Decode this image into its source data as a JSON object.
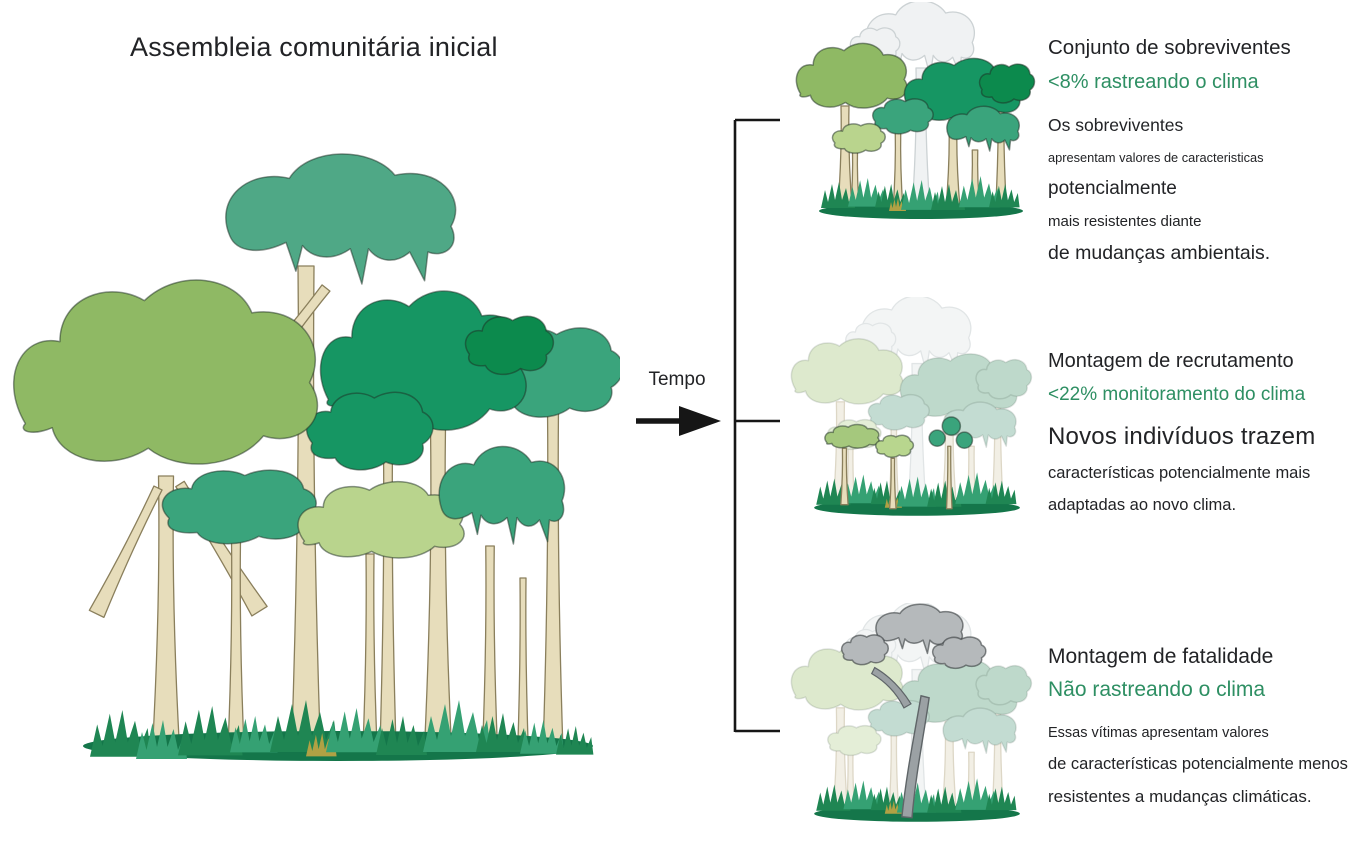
{
  "title": "Assembleia comunitária inicial",
  "time_arrow": {
    "label": "Tempo"
  },
  "panels": [
    {
      "illustration": "survivor-forest-with-ghost-tree",
      "heading": "Conjunto de sobreviventes",
      "subheading": "<8% rastreando o clima",
      "lines": [
        "Os sobreviventes",
        "apresentam valores de caracteristicas",
        "potencialmente",
        "mais resistentes diante",
        "de mudanças ambientais."
      ]
    },
    {
      "illustration": "faded-forest-with-new-saplings",
      "heading": "Montagem de recrutamento",
      "subheading": "<22% monitoramento do clima",
      "lines": [
        "Novos indivíduos trazem",
        "características potencialmente mais",
        "adaptadas ao novo clima."
      ]
    },
    {
      "illustration": "faded-forest-with-dead-gray-tree",
      "heading": "Montagem de fatalidade",
      "subheading": "Não rastreando o clima",
      "lines": [
        "Essas vítimas apresentam valores",
        "de características potencialmente menos",
        "resistentes a mudanças climáticas."
      ]
    }
  ],
  "palette": {
    "ink": "#222326",
    "green": "#2e8f63",
    "t1": "#8fb964",
    "t2": "#3aa47c",
    "t2l": "#4fa886",
    "t3": "#169663",
    "t3d": "#0c8a4d",
    "t4": "#b9d48d",
    "trunk": "#e7ddbb",
    "trunkLine": "#8a7f5c",
    "ghost": "#f0f2f3",
    "ghostLine": "#ccd2d4",
    "f1": "#dde9cd",
    "f2": "#c3dcd2",
    "f3": "#bed9cb",
    "f4": "#e4eed7",
    "ftrunk": "#f2efe5",
    "ftrunkLine": "#ddd7c6",
    "gray": "#b5b9bb",
    "grayLine": "#5f6568",
    "grayTrunk": "#9ba1a4",
    "g0": "#14764a",
    "g1": "#1f8653",
    "g2": "#35a173",
    "gy": "#b0a144",
    "sap1": "#a5c87d",
    "sap2": "#b8d68e",
    "arrowInk": "#161616"
  }
}
